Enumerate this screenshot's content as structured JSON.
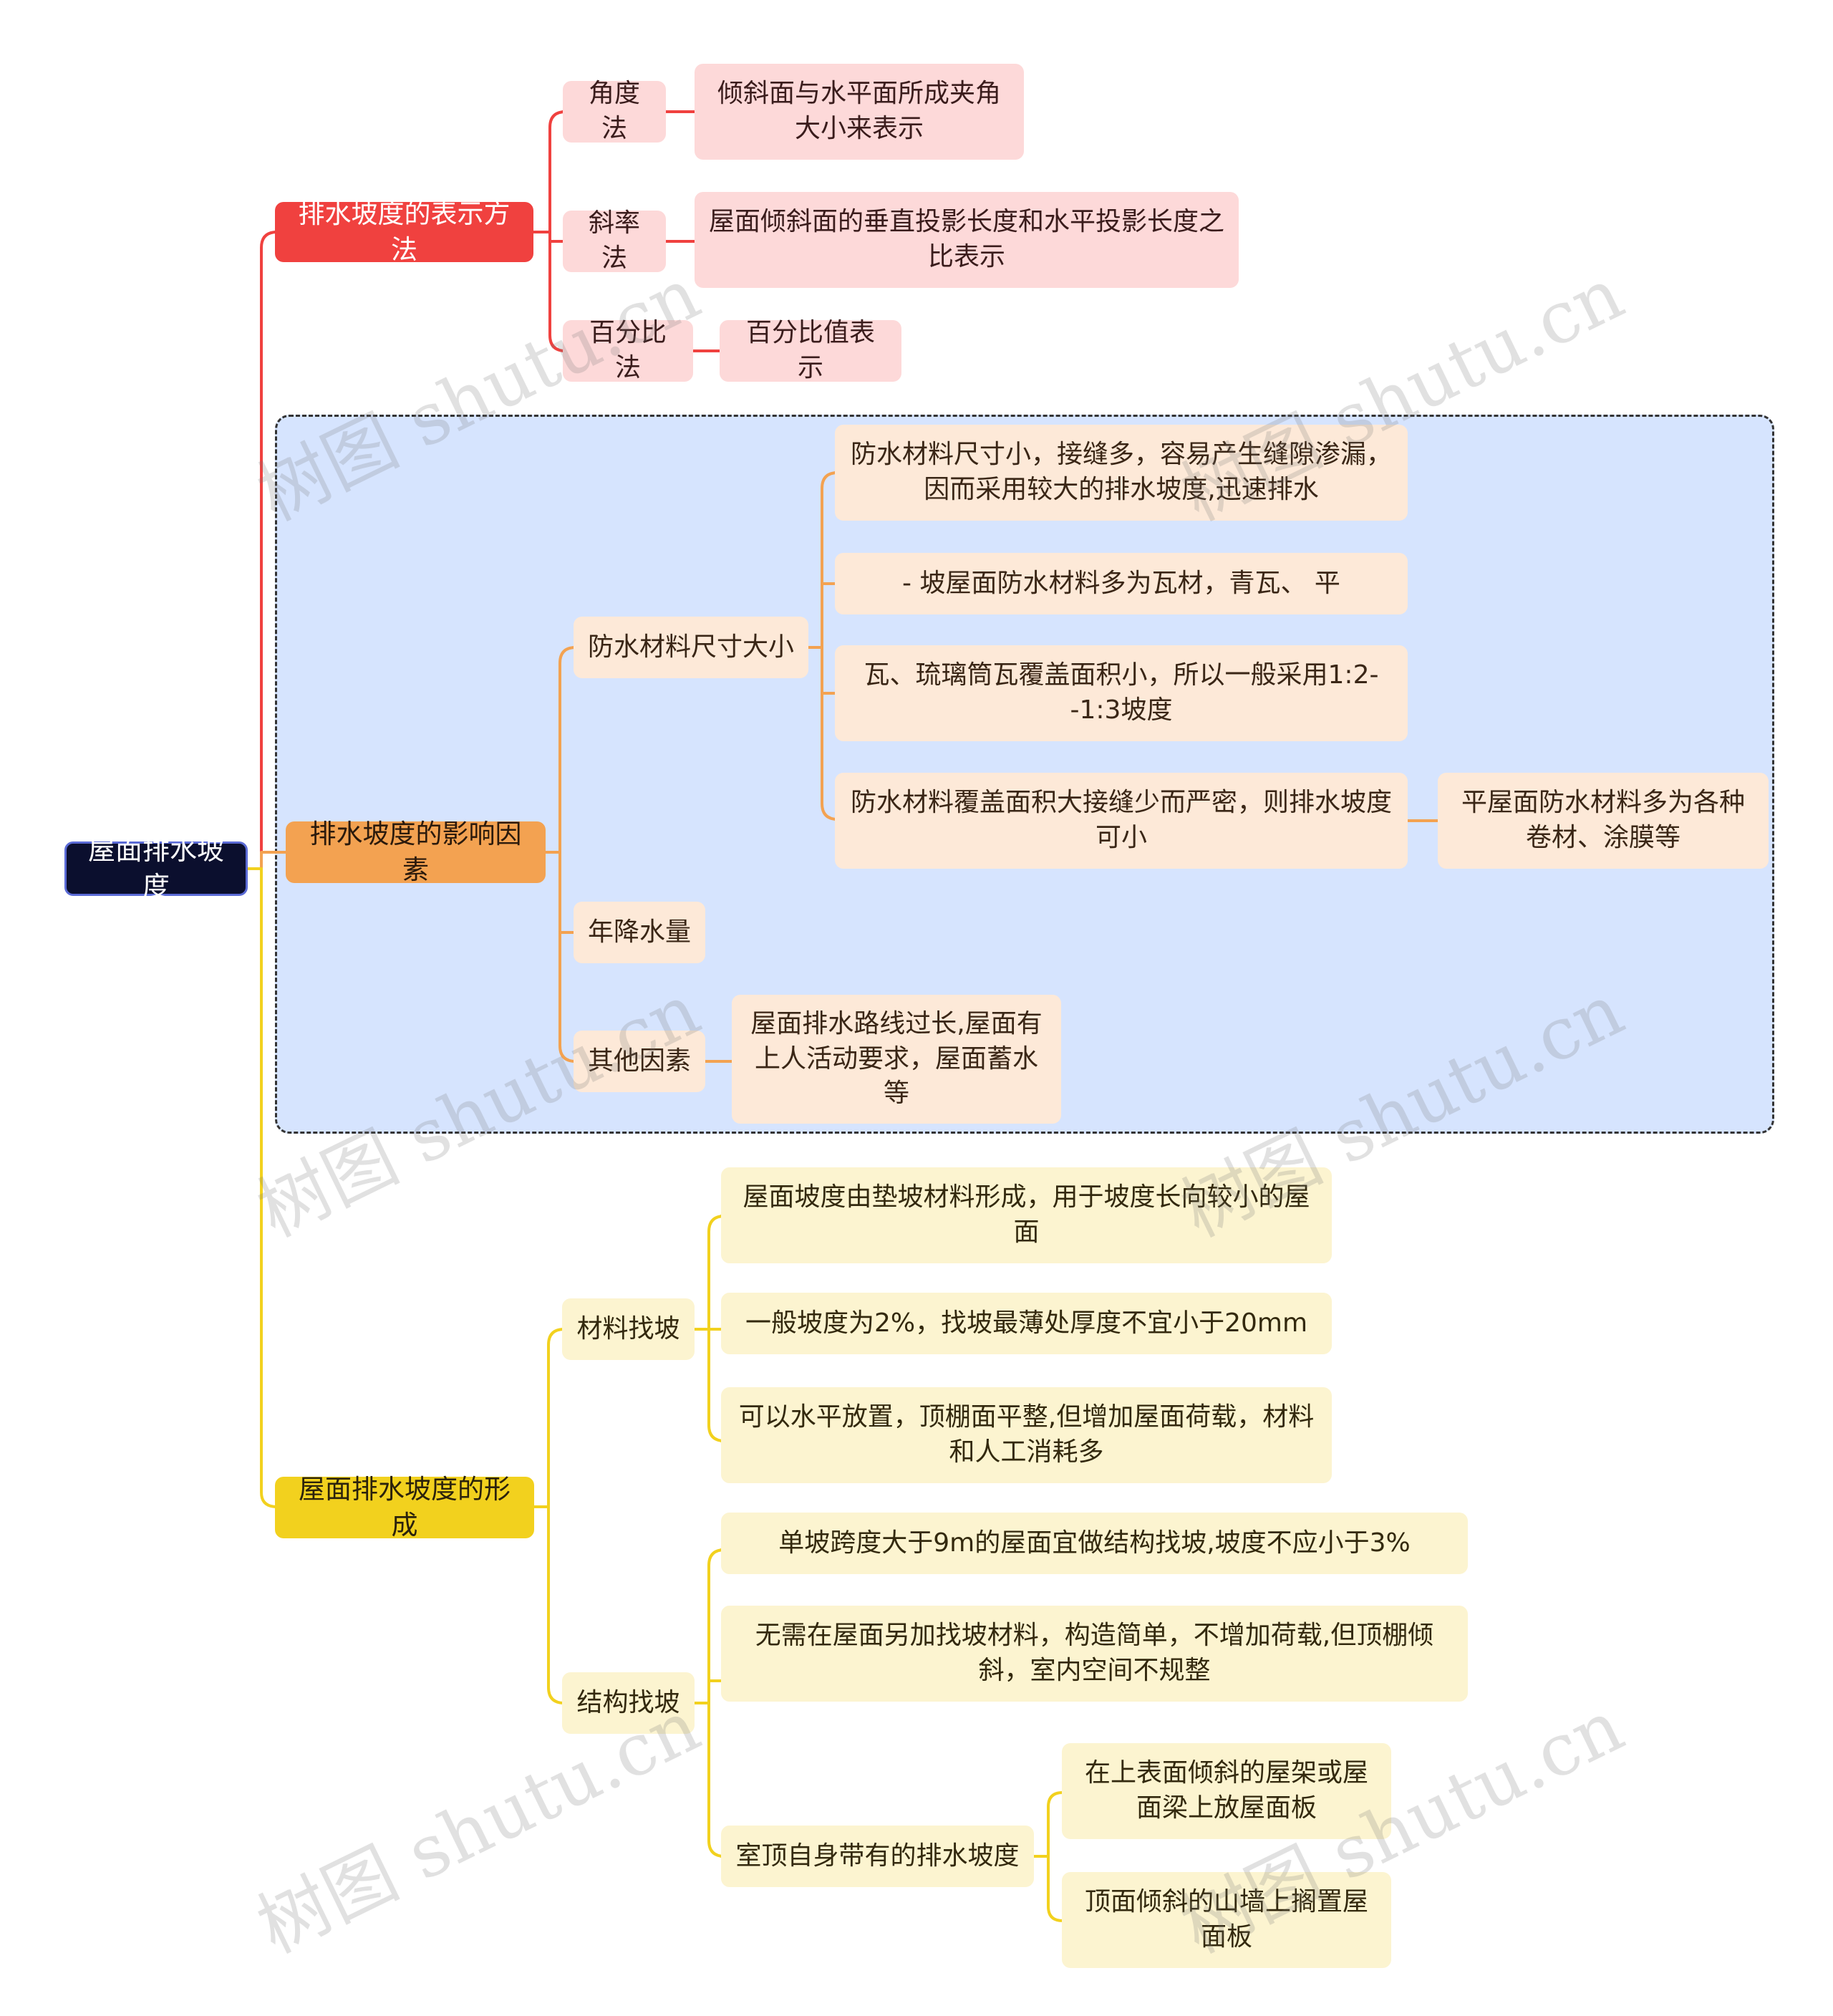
{
  "watermark": "树图 shutu.cn",
  "colors": {
    "red": "#f0413f",
    "orange": "#f3a251",
    "yellow": "#f2d11e",
    "root": "#0b0f2e"
  },
  "root": {
    "label": "屋面排水坡度"
  },
  "branch1": {
    "label": "排水坡度的表示方法",
    "items": [
      {
        "label": "角度法",
        "detail": "倾斜面与水平面所成夹角大小来表示"
      },
      {
        "label": "斜率法",
        "detail": "屋面倾斜面的垂直投影长度和水平投影长度之比表示"
      },
      {
        "label": "百分比法",
        "detail": "百分比值表示"
      }
    ]
  },
  "branch2": {
    "label": "排水坡度的影响因素",
    "items": [
      {
        "label": "防水材料尺寸大小",
        "details": [
          "防水材料尺寸小，接缝多，容易产生缝隙渗漏，因而采用较大的排水坡度,迅速排水",
          "- 坡屋面防水材料多为瓦材，青瓦、 平",
          "瓦、琉璃筒瓦覆盖面积小，所以一般采用1:2- -1:3坡度",
          "防水材料覆盖面积大接缝少而严密，则排水坡度可小"
        ],
        "sub_detail": "平屋面防水材料多为各种卷材、涂膜等"
      },
      {
        "label": "年降水量"
      },
      {
        "label": "其他因素",
        "detail": "屋面排水路线过长,屋面有上人活动要求，屋面蓄水等"
      }
    ]
  },
  "branch3": {
    "label": "屋面排水坡度的形成",
    "items": [
      {
        "label": "材料找坡",
        "details": [
          "屋面坡度由垫坡材料形成，用于坡度长向较小的屋面",
          "一般坡度为2%，找坡最薄处厚度不宜小于20mm",
          "可以水平放置，顶棚面平整,但增加屋面荷载，材料和人工消耗多"
        ]
      },
      {
        "label": "结构找坡",
        "details": [
          "单坡跨度大于9m的屋面宜做结构找坡,坡度不应小于3%",
          "无需在屋面另加找坡材料，构造简单，不增加荷载,但顶棚倾斜，室内空间不规整"
        ],
        "sub": {
          "label": "室顶自身带有的排水坡度",
          "details": [
            "在上表面倾斜的屋架或屋面梁上放屋面板",
            "顶面倾斜的山墙上搁置屋面板"
          ]
        }
      }
    ]
  }
}
